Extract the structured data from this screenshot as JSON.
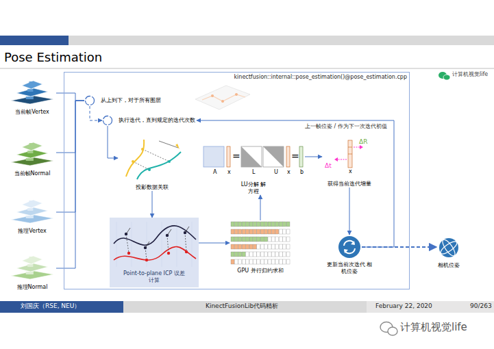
{
  "diagram": {
    "title": "Pose Estimation",
    "nodes": [
      {
        "text": [
          "kinectfusion::internal::pose_estimation()@pose_estimation.cpp"
        ]
      },
      {
        "text": [
          "当前帧Vertex"
        ]
      },
      {
        "text": [
          "当前帧Normal"
        ]
      },
      {
        "text": [
          "推理Vertex"
        ]
      },
      {
        "text": [
          "推理Normal"
        ]
      },
      {
        "text": [
          "从上到下，对于所有图层"
        ],
        "in": 0
      },
      {
        "text": [
          "执行迭代，直到规定的迭代次数"
        ],
        "in": 0
      },
      {
        "text": [
          "投影数据关联"
        ],
        "in": 0
      },
      {
        "text": [
          "Point-to-plane ICP 误差计算"
        ],
        "in": 0
      },
      {
        "text": [
          "GPU 并行归约求和"
        ],
        "in": 0
      },
      {
        "text": [
          "LU分解 解方程"
        ],
        "in": 0
      },
      {
        "text": [
          "获得当前迭代增量"
        ],
        "in": 0
      },
      {
        "text": [
          "更新当前次迭代 相机位姿"
        ],
        "in": 0
      },
      {
        "text": [
          "相机位姿"
        ]
      }
    ],
    "edges": [
      {
        "from": 1,
        "to": 5,
        "arrow": "none"
      },
      {
        "from": 2,
        "to": 5,
        "arrow": "none"
      },
      {
        "from": 3,
        "to": 5,
        "arrow": "none"
      },
      {
        "from": 4,
        "to": 5,
        "arrow": "none"
      },
      {
        "from": 5,
        "to": 6,
        "arrow": "to"
      },
      {
        "from": 6,
        "to": 7,
        "arrow": "to"
      },
      {
        "from": 7,
        "to": 8,
        "arrow": "to"
      },
      {
        "from": 8,
        "to": 9,
        "arrow": "to"
      },
      {
        "from": 9,
        "to": 10,
        "arrow": "to"
      },
      {
        "from": 10,
        "to": 11,
        "arrow": "to"
      },
      {
        "from": 11,
        "to": 12,
        "arrow": "to"
      },
      {
        "from": 12,
        "to": 6,
        "label": "上一帧位姿 / 作为下一次迭代初值",
        "arrow": "to"
      },
      {
        "from": 12,
        "to": 13,
        "arrow": "to"
      }
    ],
    "labels": [
      "计算机视觉life",
      "A",
      "x",
      "=",
      "L",
      "U",
      "x",
      "=",
      "b",
      "Δt",
      "ΔR",
      "x",
      "刘国庆（RSE, NEU）",
      "KinectFusionLib代码精析",
      "February 22, 2020",
      "90/263",
      "计算机视觉life"
    ]
  }
}
